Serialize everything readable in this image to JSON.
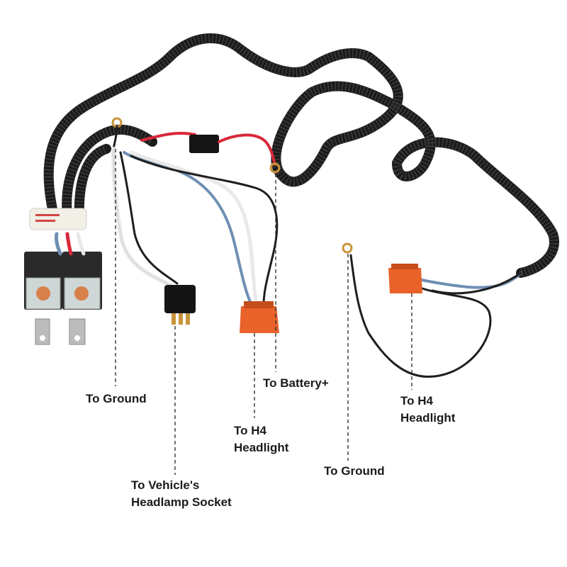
{
  "labels": {
    "ground_left": "To Ground",
    "battery": "To Battery+",
    "h4_center": [
      "To H4",
      "Headlight"
    ],
    "h4_right": [
      "To H4",
      "Headlight"
    ],
    "ground_right": "To Ground",
    "socket": [
      "To Vehicle's",
      "Headlamp Socket"
    ]
  },
  "colors": {
    "loom": "#1b1b1b",
    "connector_orange": "#e8622a",
    "red_wire": "#d8283a",
    "blue_wire": "#6f8fb4",
    "white_wire": "#e9e9e9",
    "black_wire": "#1e1e1e",
    "ring_terminal": "#c9953a"
  }
}
